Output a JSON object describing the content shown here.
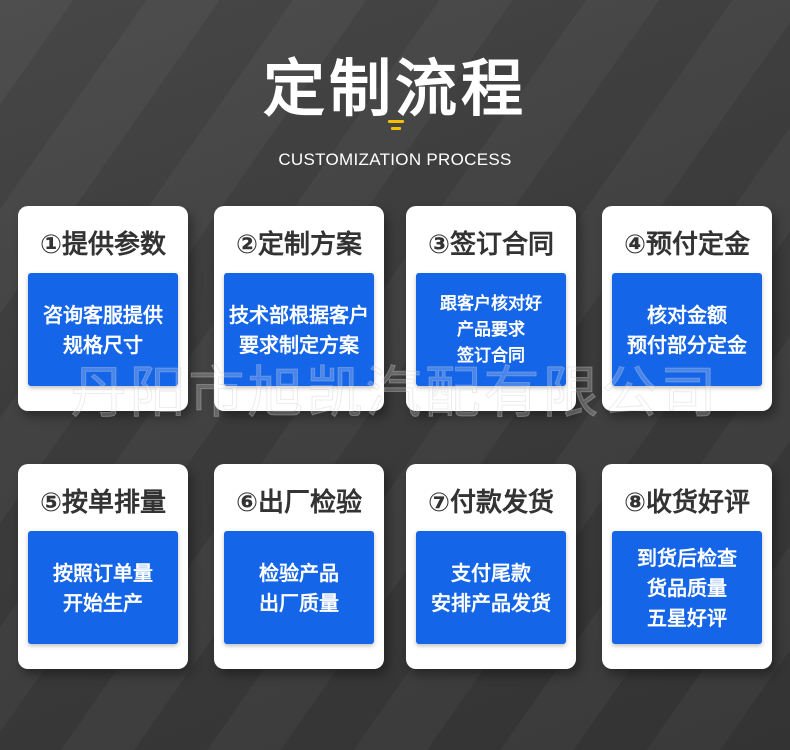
{
  "header": {
    "title": "定制流程",
    "subtitle": "CUSTOMIZATION PROCESS"
  },
  "steps": [
    {
      "label": "①提供参数",
      "lines": [
        "咨询客服提供",
        "规格尺寸"
      ]
    },
    {
      "label": "②定制方案",
      "lines": [
        "技术部根据客户",
        "要求制定方案"
      ]
    },
    {
      "label": "③签订合同",
      "lines": [
        "跟客户核对好",
        "产品要求",
        "签订合同"
      ]
    },
    {
      "label": "④预付定金",
      "lines": [
        "核对金额",
        "预付部分定金"
      ]
    },
    {
      "label": "⑤按单排量",
      "lines": [
        "按照订单量",
        "开始生产"
      ]
    },
    {
      "label": "⑥出厂检验",
      "lines": [
        "检验产品",
        "出厂质量"
      ]
    },
    {
      "label": "⑦付款发货",
      "lines": [
        "支付尾款",
        "安排产品发货"
      ]
    },
    {
      "label": "⑧收货好评",
      "lines": [
        "到货后检查",
        "货品质量",
        "五星好评"
      ]
    }
  ],
  "watermark": "丹阳市旭凯汽配有限公司",
  "colors": {
    "background": "#3e3e3e",
    "card": "#ffffff",
    "accent_blue": "#1565e8",
    "deco_yellow": "#f2c200"
  }
}
